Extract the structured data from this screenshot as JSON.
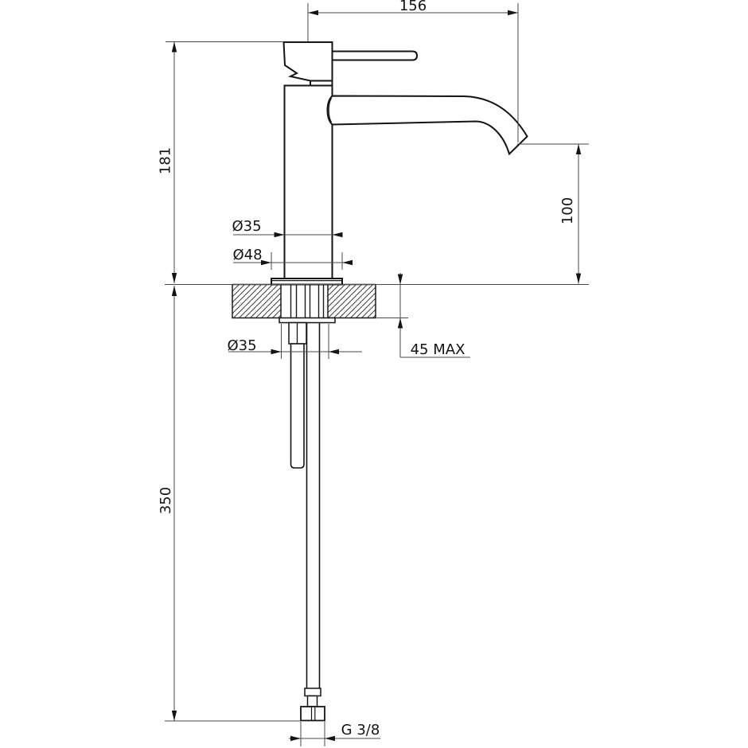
{
  "drawing": {
    "kind": "faucet-dimensional-drawing",
    "colors": {
      "background": "#ffffff",
      "outline": "#141414",
      "dimension_line": "#4a4a4a"
    }
  },
  "dimensions": {
    "spout_reach": "156",
    "overall_height": "181",
    "spout_height": "100",
    "body_diameter": "Ø35",
    "base_diameter": "Ø48",
    "hole_diameter": "Ø35",
    "max_deck_thickness": "45 MAX",
    "hose_length": "350",
    "supply_connection": "G 3/8"
  }
}
